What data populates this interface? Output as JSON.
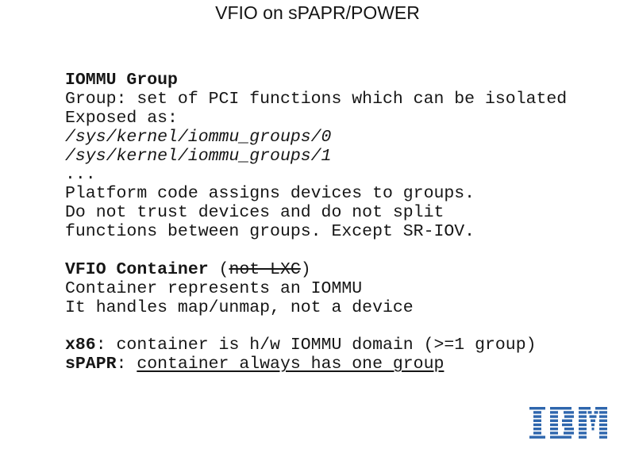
{
  "title": "VFIO on sPAPR/POWER",
  "colors": {
    "text": "#161616",
    "logo_blue": "#2E66AD"
  },
  "logo": {
    "name": "IBM",
    "style": "8-bar striped logo"
  },
  "body": {
    "l01": {
      "s0": "IOMMU Group"
    },
    "l02": {
      "s0": "Group: set of PCI functions which can be isolated"
    },
    "l03": {
      "s0": "Exposed as:"
    },
    "l04": {
      "s0": "/sys/kernel/iommu_groups/0"
    },
    "l05": {
      "s0": "/sys/kernel/iommu_groups/1"
    },
    "l06": {
      "s0": "..."
    },
    "l07": {
      "s0": "Platform code assigns devices to groups."
    },
    "l08": {
      "s0": "Do not trust devices and do not split"
    },
    "l09": {
      "s0": "functions between groups. Except SR-IOV."
    },
    "l11": {
      "s0": "VFIO Container",
      "s1": " (",
      "s2": "not LXC",
      "s3": ")"
    },
    "l12": {
      "s0": "Container represents an IOMMU"
    },
    "l13": {
      "s0": "It handles map/unmap, not a device"
    },
    "l15": {
      "s0": "x86",
      "s1": ": container is h/w IOMMU domain (>=1 group)"
    },
    "l16": {
      "s0": "sPAPR",
      "s1": ": ",
      "s2": "container always has one group"
    }
  }
}
